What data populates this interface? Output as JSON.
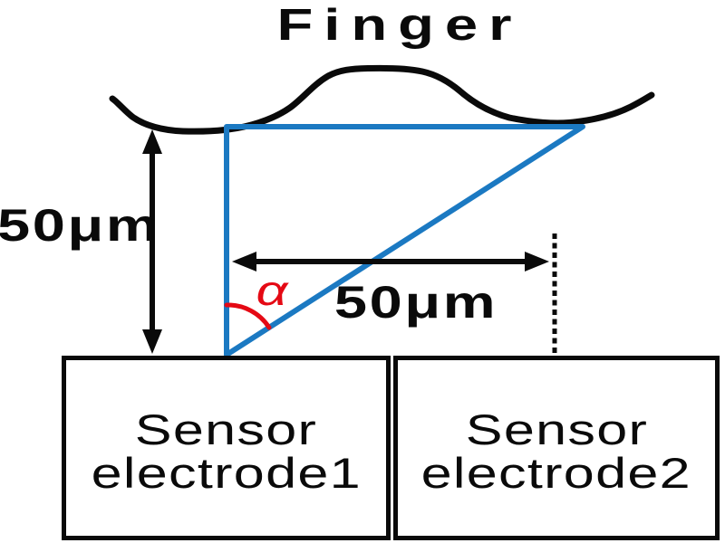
{
  "title": "Finger",
  "labels": {
    "vertical_gap": "50μm",
    "horizontal_gap": "50μm",
    "angle": "α"
  },
  "electrode1": {
    "line1": "Sensor",
    "line2": "electrode1"
  },
  "electrode2": {
    "line1": "Sensor",
    "line2": "electrode2"
  },
  "colors": {
    "triangle_blue": "#1b79c2",
    "angle_red": "#e50914",
    "ink": "#0a0a0a",
    "background": "#ffffff"
  }
}
